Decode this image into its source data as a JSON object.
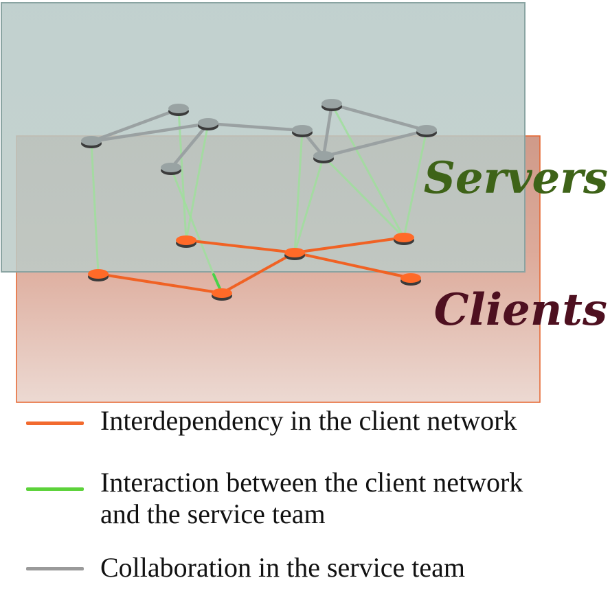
{
  "layers": {
    "servers": {
      "label": "Servers",
      "color": "#3e6318",
      "fill": "#b4c8c6",
      "stroke": "#7e9a98"
    },
    "clients": {
      "label": "Clients",
      "color": "#4e1020",
      "fill": "#dca898",
      "stroke": "#e5632c"
    }
  },
  "colors": {
    "client_edge": "#f06224",
    "interaction_edge": "#9ee09a",
    "interaction_strong": "#49d24a",
    "collab_edge": "#9aa1a2",
    "server_node": "#99a3a3",
    "client_node": "#ff6a28",
    "node_shadow": "#3b3b3b"
  },
  "legend": [
    {
      "id": "interdependency",
      "text": "Interdependency in the client network",
      "color": "#f26a2e"
    },
    {
      "id": "interaction",
      "text": "Interaction between the client network\nand the service team",
      "color": "#5cd23a"
    },
    {
      "id": "collaboration",
      "text": "Collaboration in the service team",
      "color": "#9a9a9a"
    }
  ]
}
